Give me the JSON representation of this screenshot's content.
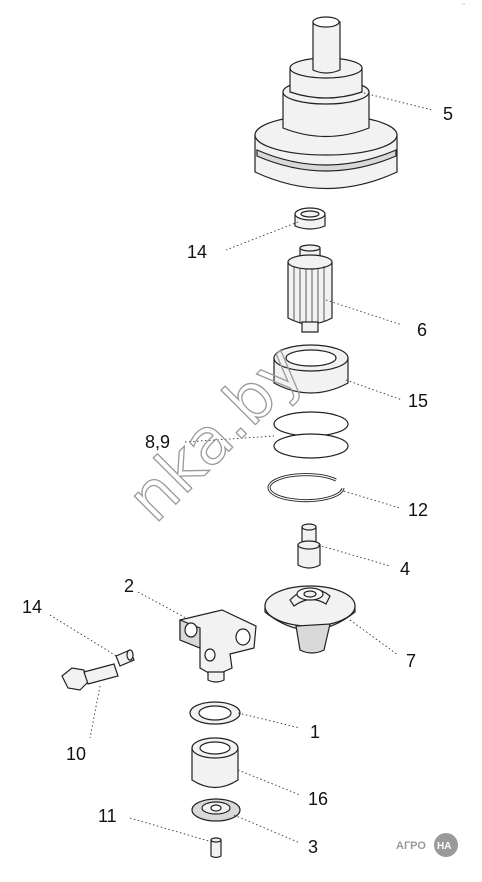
{
  "callouts": {
    "c5": "5",
    "c14_top": "14",
    "c6": "6",
    "c15": "15",
    "c8_9": "8,9",
    "c12": "12",
    "c4": "4",
    "c2": "2",
    "c14_left": "14",
    "c7": "7",
    "c10": "10",
    "c1": "1",
    "c16": "16",
    "c11": "11",
    "c3": "3"
  },
  "watermark": "nka.by",
  "logo": {
    "left": "АГРО",
    "right": "НА"
  },
  "corner_mark": "~"
}
